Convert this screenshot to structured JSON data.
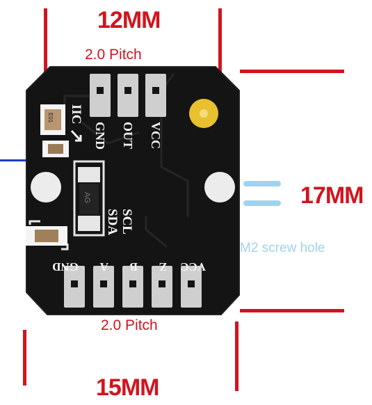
{
  "dimensions": {
    "top_width": "12MM",
    "side_height": "17MM",
    "bottom_width": "15MM"
  },
  "pitch": {
    "top": "2.0 Pitch",
    "bottom": "2.0 Pitch"
  },
  "screw_hole_note": "M2 screw hole",
  "board_labels": {
    "iic": "IIC",
    "top_pins": [
      "GND",
      "OUT",
      "VCC"
    ],
    "side": [
      "SCL",
      "SDA"
    ],
    "bottom_pins": [
      "GND",
      "A",
      "B",
      "Z",
      "VCC"
    ],
    "chip_marking": "AG",
    "cap_marking": "E01"
  },
  "colors": {
    "dimension_red": "#d2141e",
    "note_blue": "#9fd3ef",
    "board": "#141414",
    "pad_gold": "#e9c12f"
  }
}
